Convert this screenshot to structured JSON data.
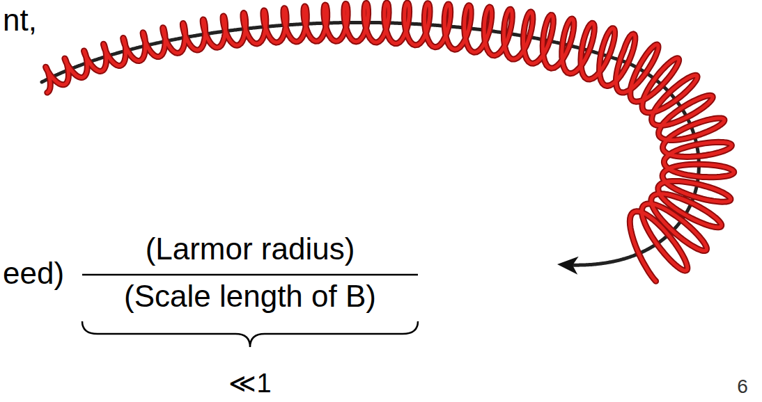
{
  "diagram": {
    "labels": [
      "nt,",
      "eed)",
      "(Larmor radius)",
      "(Scale length of B)",
      "≪1",
      "6"
    ]
  }
}
